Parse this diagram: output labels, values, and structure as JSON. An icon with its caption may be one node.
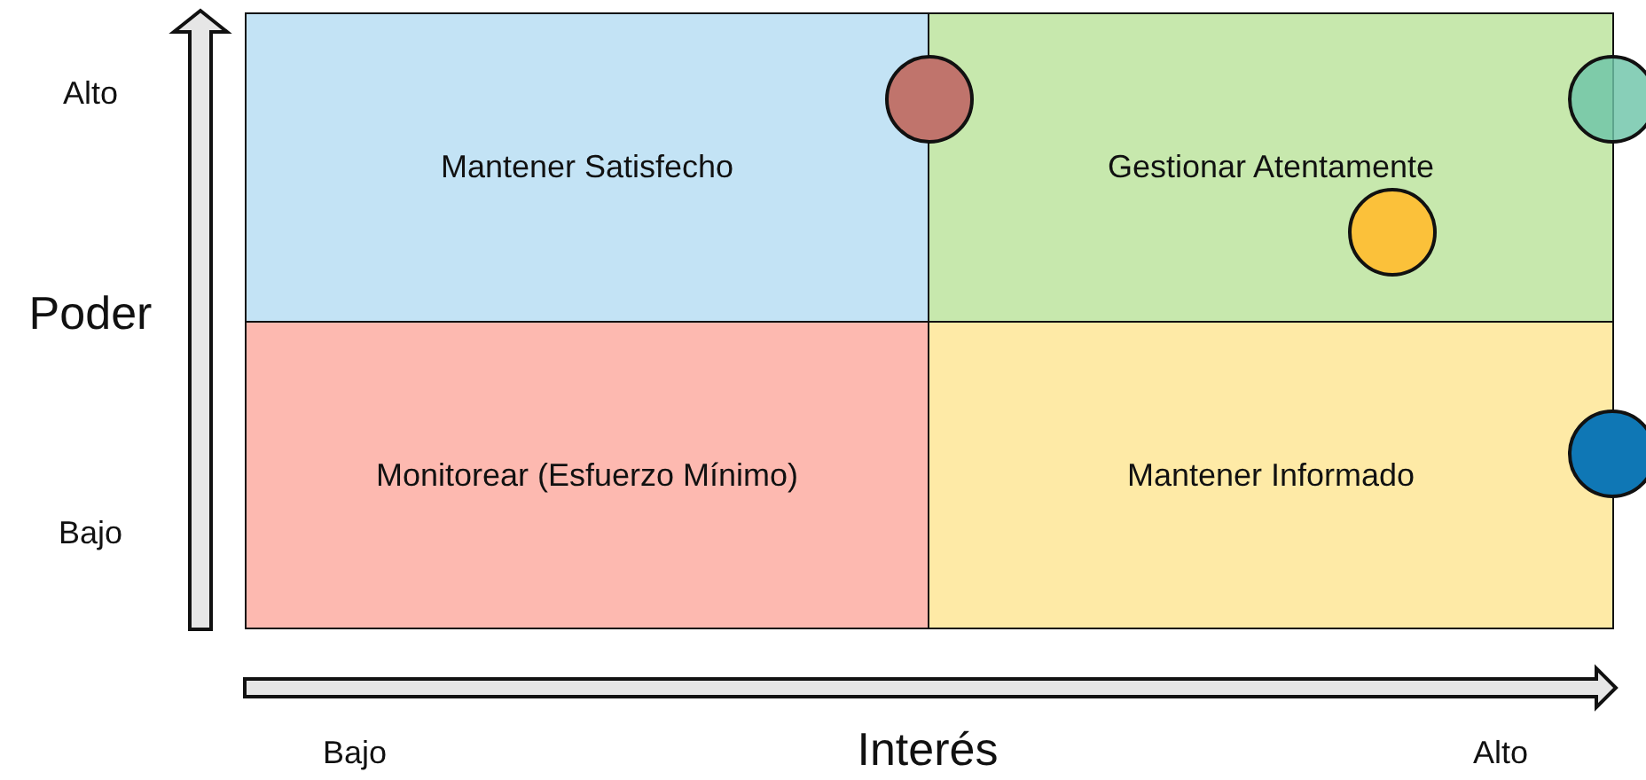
{
  "diagram": {
    "nodes": [
      {
        "text": [
          "Mantener Satisfecho"
        ]
      },
      {
        "text": [
          "Gestionar Atentamente"
        ]
      },
      {
        "text": [
          "Monitorear (Esfuerzo Mínimo)"
        ]
      },
      {
        "text": [
          "Mantener Informado"
        ]
      },
      {
        "text": [],
        "shape": "circle"
      },
      {
        "text": [],
        "shape": "circle"
      },
      {
        "text": [],
        "shape": "circle",
        "in": 1
      },
      {
        "text": [],
        "shape": "circle"
      }
    ],
    "labels": [
      "Alto",
      "Poder",
      "Bajo",
      "Bajo",
      "Interés",
      "Alto"
    ]
  }
}
